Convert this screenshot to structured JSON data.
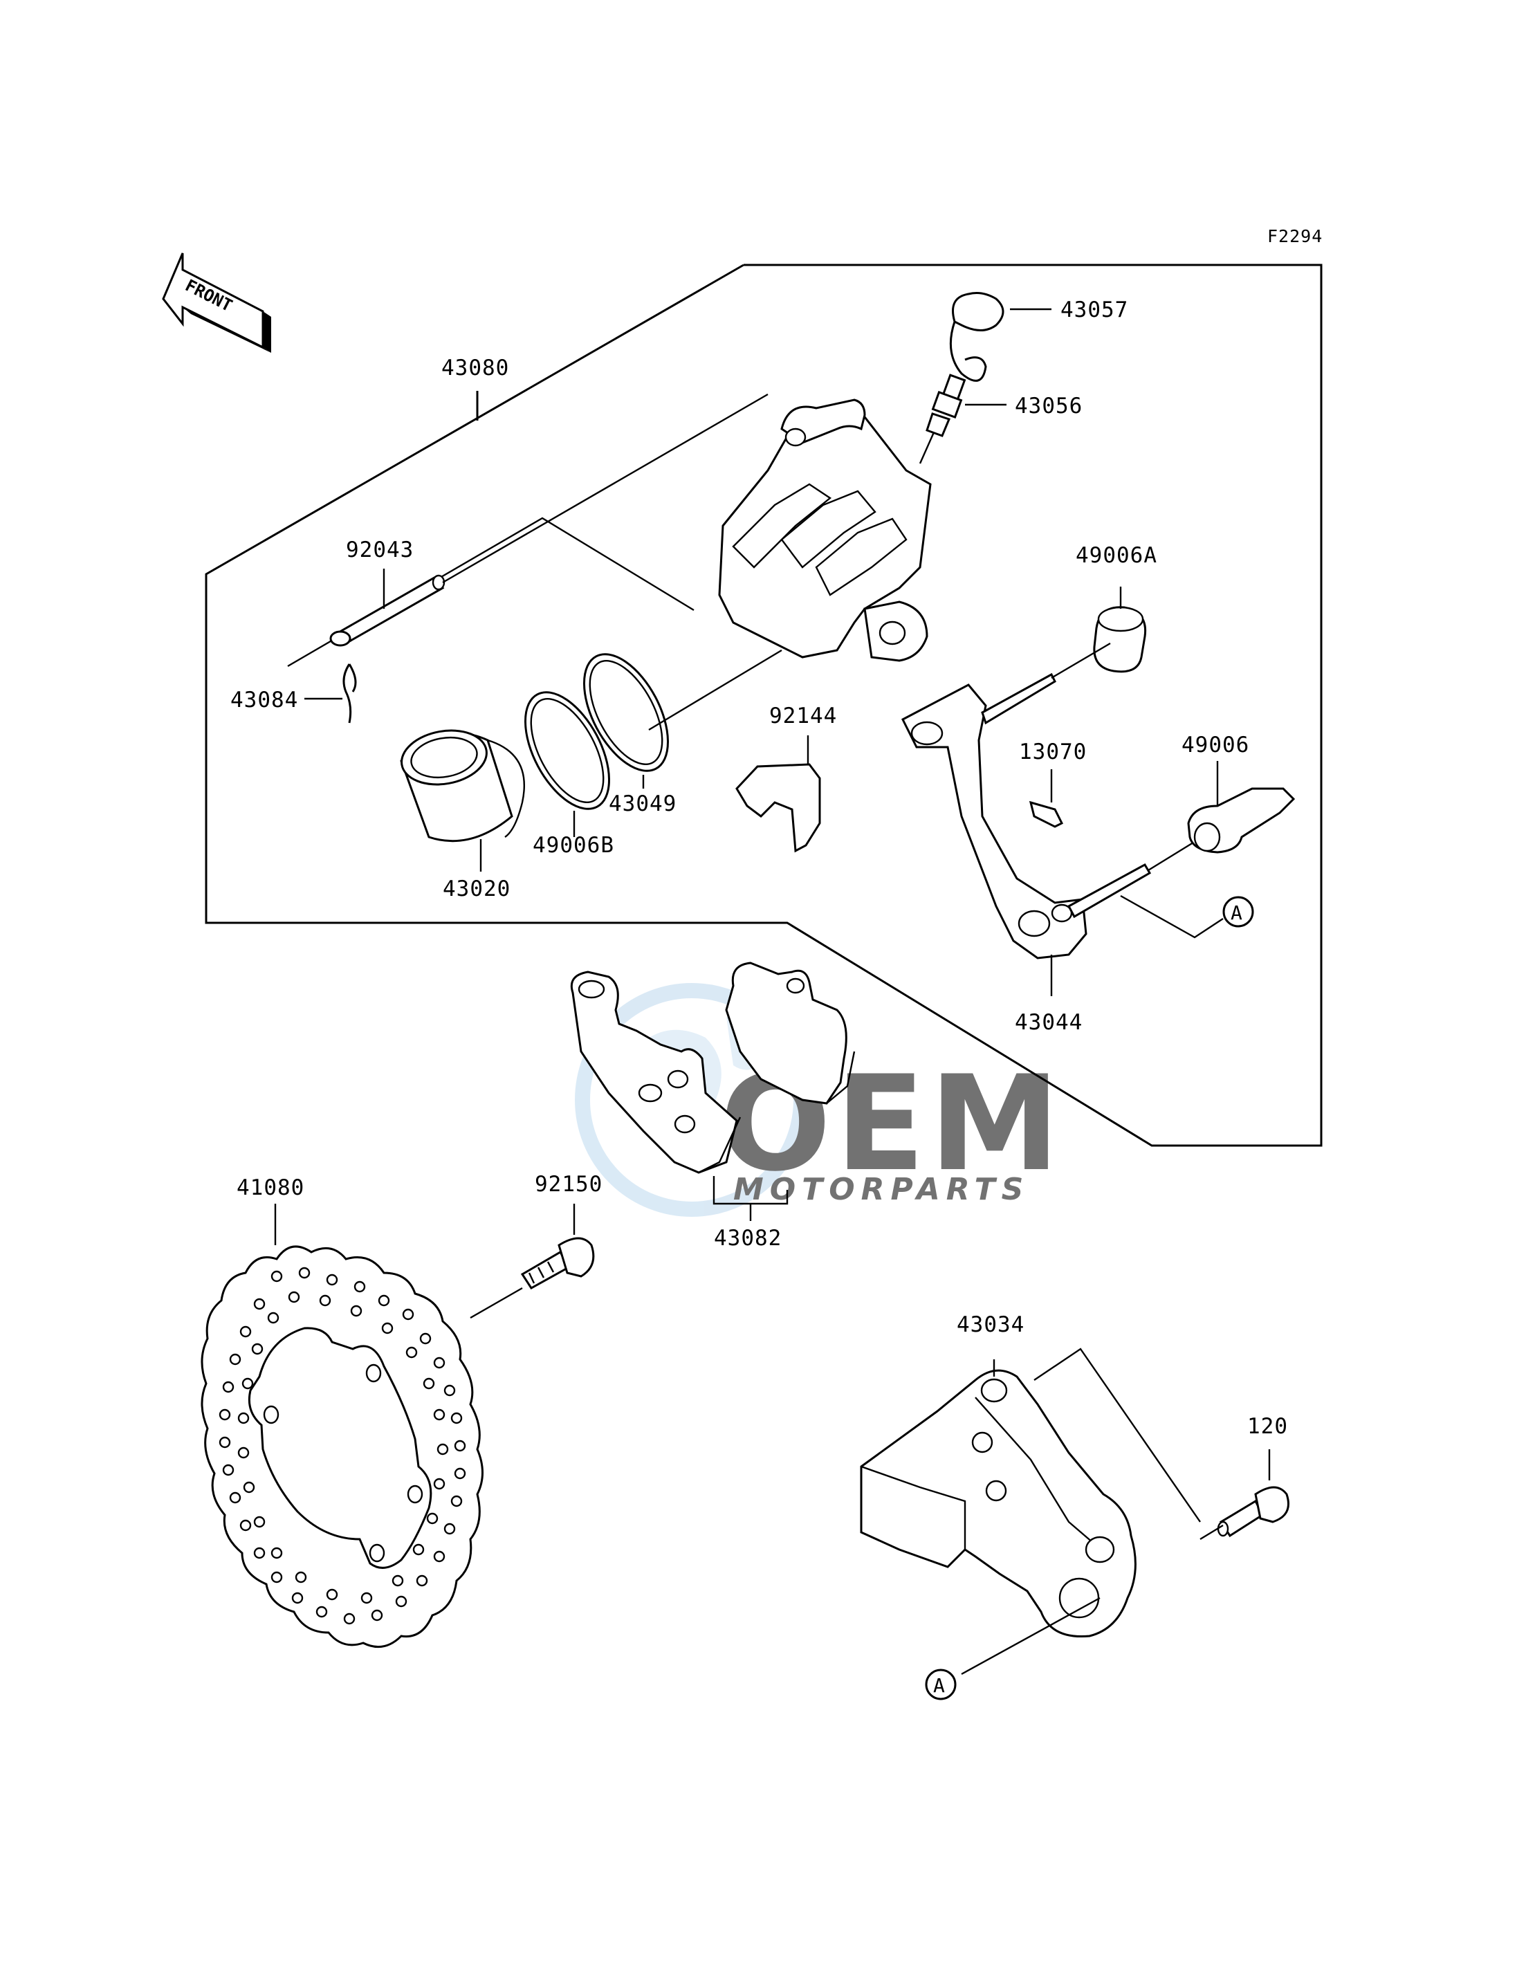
{
  "diagram": {
    "reference_code": "F2294",
    "front_arrow_label": "FRONT",
    "callout_marker": "A",
    "watermark": {
      "brand": "OEM",
      "subtitle": "MOTORPARTS",
      "color": "#4a90c8"
    },
    "parts": [
      {
        "id": "43057",
        "label": "43057"
      },
      {
        "id": "43056",
        "label": "43056"
      },
      {
        "id": "43080",
        "label": "43080"
      },
      {
        "id": "92043",
        "label": "92043"
      },
      {
        "id": "49006A",
        "label": "49006A"
      },
      {
        "id": "43084",
        "label": "43084"
      },
      {
        "id": "92144",
        "label": "92144"
      },
      {
        "id": "13070",
        "label": "13070"
      },
      {
        "id": "49006",
        "label": "49006"
      },
      {
        "id": "43049",
        "label": "43049"
      },
      {
        "id": "49006B",
        "label": "49006B"
      },
      {
        "id": "43020",
        "label": "43020"
      },
      {
        "id": "43044",
        "label": "43044"
      },
      {
        "id": "41080",
        "label": "41080"
      },
      {
        "id": "92150",
        "label": "92150"
      },
      {
        "id": "43082",
        "label": "43082"
      },
      {
        "id": "43034",
        "label": "43034"
      },
      {
        "id": "120",
        "label": "120"
      }
    ]
  }
}
